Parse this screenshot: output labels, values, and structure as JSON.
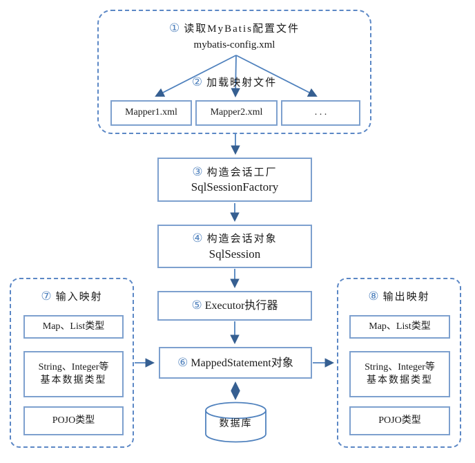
{
  "colors": {
    "line": "#4f81bd",
    "arrowhead": "#365f91",
    "box_border": "#7da0ce",
    "dashed_border": "#5b87c5",
    "text": "#1a1a1a",
    "step_number": "#4f81bd"
  },
  "config_group": {
    "step": "①",
    "title": "读取MyBatis配置文件",
    "subtitle": "mybatis-config.xml",
    "load_step": "②",
    "load_label": "加载映射文件",
    "mappers": [
      {
        "label": "Mapper1.xml"
      },
      {
        "label": "Mapper2.xml"
      },
      {
        "label": ". . ."
      }
    ]
  },
  "factory": {
    "step": "③",
    "title": "构造会话工厂",
    "subtitle": "SqlSessionFactory"
  },
  "session": {
    "step": "④",
    "title": "构造会话对象",
    "subtitle": "SqlSession"
  },
  "executor": {
    "step": "⑤",
    "title": "Executor执行器"
  },
  "mapped_statement": {
    "step": "⑥",
    "title": "MappedStatement对象"
  },
  "database": {
    "label": "数据库"
  },
  "input_panel": {
    "step": "⑦",
    "title": "输入映射",
    "items": [
      {
        "line1": "Map、List类型"
      },
      {
        "line1": "String、Integer等",
        "line2": "基本数据类型"
      },
      {
        "line1": "POJO类型"
      }
    ]
  },
  "output_panel": {
    "step": "⑧",
    "title": "输出映射",
    "items": [
      {
        "line1": "Map、List类型"
      },
      {
        "line1": "String、Integer等",
        "line2": "基本数据类型"
      },
      {
        "line1": "POJO类型"
      }
    ]
  }
}
